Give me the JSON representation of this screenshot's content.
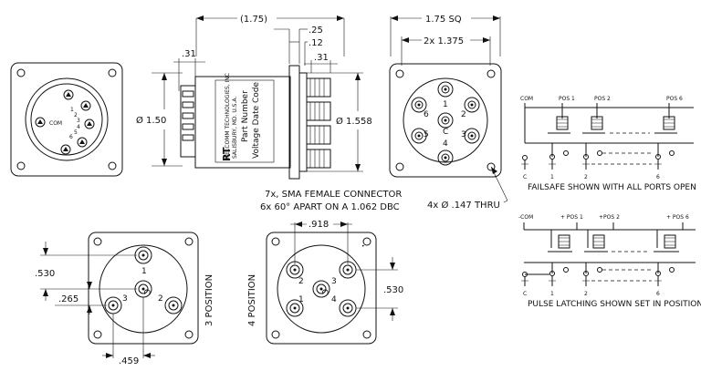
{
  "dims": {
    "top_width": "(1.75)",
    "d25": ".25",
    "d12": ".12",
    "d31_left": ".31",
    "d31_right": ".31",
    "sq": "1.75 SQ",
    "bolt": "2x 1.375",
    "dia150": "Ø 1.50",
    "dia1558": "Ø 1.558",
    "d530_left": ".530",
    "d265": ".265",
    "d459": ".459",
    "d918": ".918",
    "d530_right": ".530"
  },
  "notes": {
    "connector_1": "7x, SMA FEMALE CONNECTOR",
    "connector_2": "6x 60° APART ON A 1.062 DBC",
    "thru": "4x Ø .147 THRU"
  },
  "label_plate": {
    "company": "RELCOMM TECHNOLOGIES, INC",
    "salisbury": "SALISBURY, MD. U.S.A.",
    "part": "Part Number",
    "date": "Voltage Date Code",
    "logo": "RT"
  },
  "front_view": {
    "com": "COM",
    "ports": [
      "1",
      "2",
      "3",
      "4",
      "5",
      "6"
    ]
  },
  "end_view": {
    "ports": [
      "1",
      "2",
      "3",
      "4",
      "5",
      "6"
    ],
    "center": "C"
  },
  "pos3": {
    "label": "3 POSITION",
    "ports": [
      "1",
      "2",
      "3"
    ],
    "center": "C"
  },
  "pos4": {
    "label": "4 POSITION",
    "ports": [
      "1",
      "2",
      "3",
      "4"
    ],
    "center": "C"
  },
  "schem_fs": {
    "com": "COM",
    "pos1": "POS 1",
    "pos2": "POS 2",
    "pos6": "POS 6",
    "c": "C",
    "n1": "1",
    "n2": "2",
    "n6": "6",
    "caption": "FAILSAFE SHOWN WITH ALL PORTS OPEN"
  },
  "schem_pl": {
    "com": "-COM",
    "pos1": "+ POS 1",
    "pos2": "+POS 2",
    "pos6": "+ POS 6",
    "c": "C",
    "n1": "1",
    "n2": "2",
    "n6": "6",
    "caption": "PULSE LATCHING SHOWN SET IN POSITION 1"
  }
}
